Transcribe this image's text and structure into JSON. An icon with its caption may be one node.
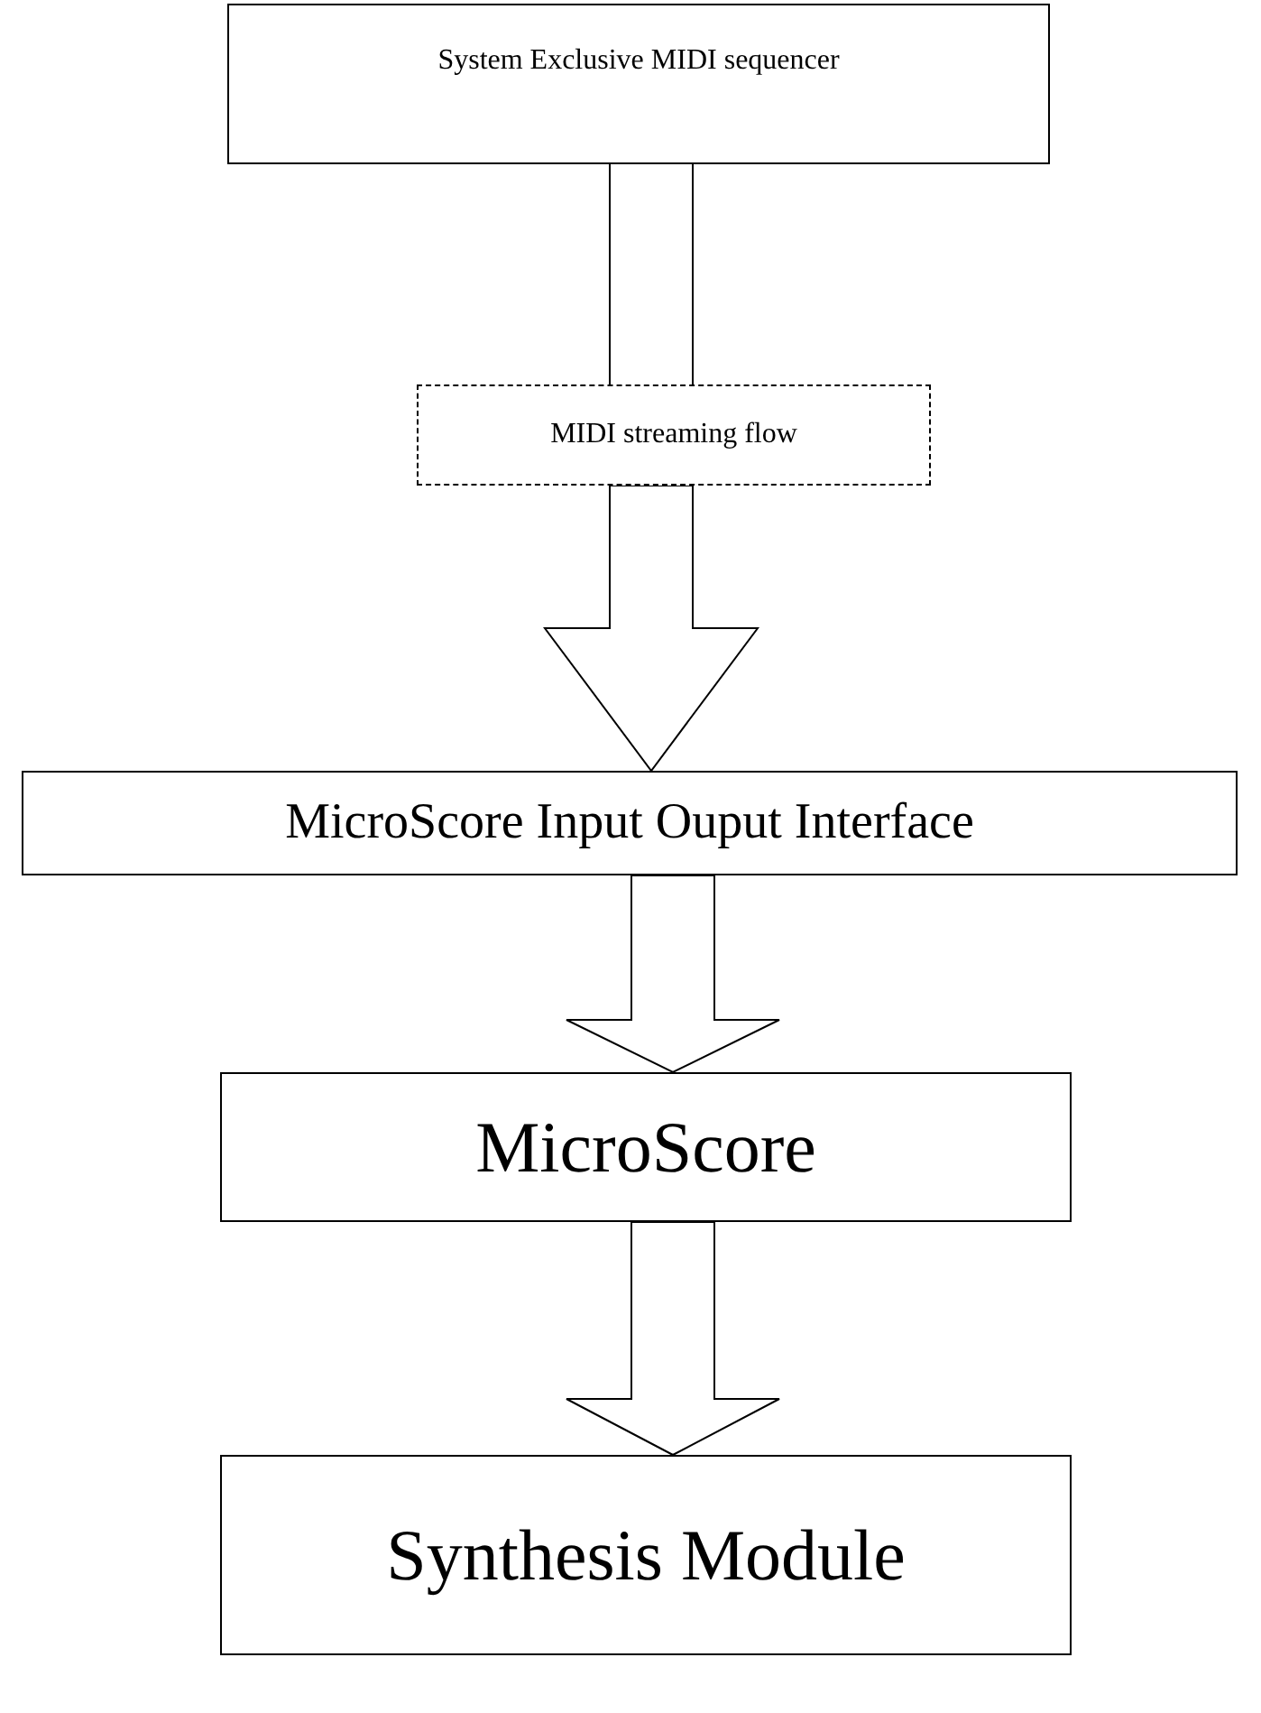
{
  "diagram": {
    "nodes": [
      {
        "text": [
          "System Exclusive MIDI sequencer"
        ]
      },
      {
        "text": [
          "MIDI streaming flow"
        ]
      },
      {
        "text": [
          "MicroScore Input Ouput Interface"
        ]
      },
      {
        "text": [
          "MicroScore"
        ]
      },
      {
        "text": [
          "Synthesis Module"
        ]
      }
    ],
    "edges": [
      {
        "from": 0,
        "to": 1,
        "arrow": "none"
      },
      {
        "from": 1,
        "to": 2,
        "arrow": "to"
      },
      {
        "from": 2,
        "to": 3,
        "arrow": "to"
      },
      {
        "from": 3,
        "to": 4,
        "arrow": "to"
      }
    ]
  }
}
